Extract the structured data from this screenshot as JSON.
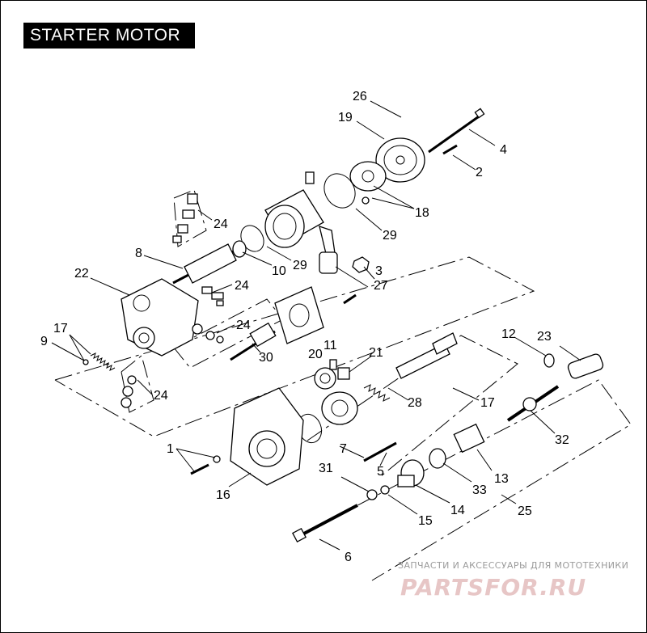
{
  "title": "STARTER MOTOR",
  "callouts": [
    "26",
    "19",
    "4",
    "2",
    "18",
    "29",
    "24",
    "3",
    "8",
    "10",
    "29",
    "27",
    "22",
    "24",
    "9",
    "17",
    "24",
    "30",
    "20",
    "11",
    "21",
    "28",
    "17",
    "12",
    "23",
    "24",
    "1",
    "7",
    "5",
    "16",
    "31",
    "15",
    "14",
    "33",
    "13",
    "32",
    "25",
    "6"
  ],
  "watermark": {
    "line1": "ЗАПЧАСТИ И АКСЕССУАРЫ ДЛЯ МОТОТЕХНИКИ",
    "line2": "PARTSFOR.RU"
  }
}
